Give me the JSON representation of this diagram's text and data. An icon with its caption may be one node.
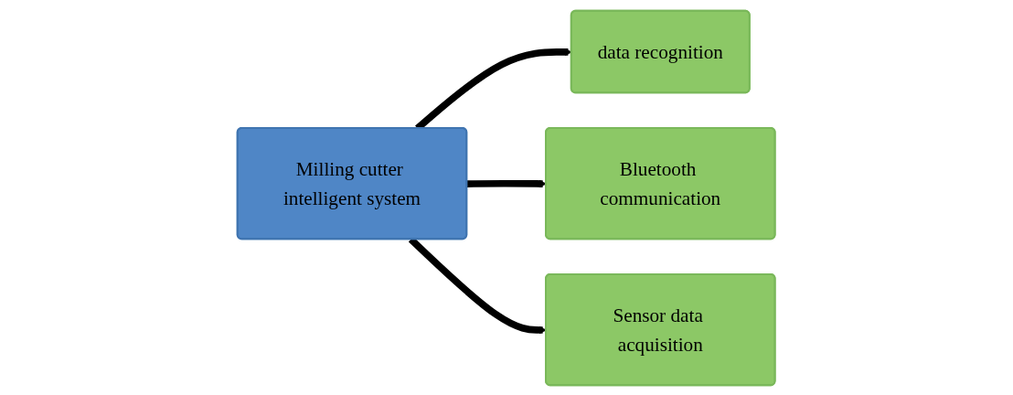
{
  "diagram": {
    "nodes": [
      {
        "text": [
          "data recognition"
        ]
      },
      {
        "text": [
          "Bluetooth communication"
        ]
      },
      {
        "text": [
          "Milling cutter intelligent system"
        ]
      },
      {
        "text": [
          "Sensor data acquisition"
        ]
      }
    ],
    "edges": [
      {
        "from": 2,
        "to": 0,
        "arrow": "to"
      },
      {
        "from": 2,
        "to": 1,
        "arrow": "to"
      },
      {
        "from": 2,
        "to": 3,
        "arrow": "to"
      }
    ]
  }
}
